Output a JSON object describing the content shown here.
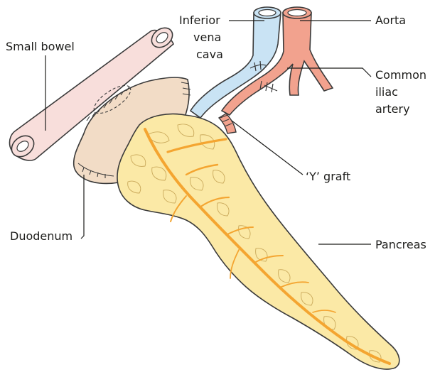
{
  "labels": {
    "small_bowel": "Small bowel",
    "ivc_line1": "Inferior",
    "ivc_line2": "vena",
    "ivc_line3": "cava",
    "aorta": "Aorta",
    "common_line1": "Common",
    "common_line2": "iliac",
    "common_line3": "artery",
    "y_graft": "‘Y’ graft",
    "duodenum": "Duodenum",
    "pancreas": "Pancreas"
  },
  "colors": {
    "vein_fill": "#c9e3f4",
    "artery_fill": "#f2a28e",
    "bowel_fill": "#f8dedb",
    "duodenum_fill": "#f2dcc6",
    "pancreas_fill": "#fbe9a6",
    "pancreas_vessel": "#f4a531",
    "outline": "#3a3a3a"
  }
}
